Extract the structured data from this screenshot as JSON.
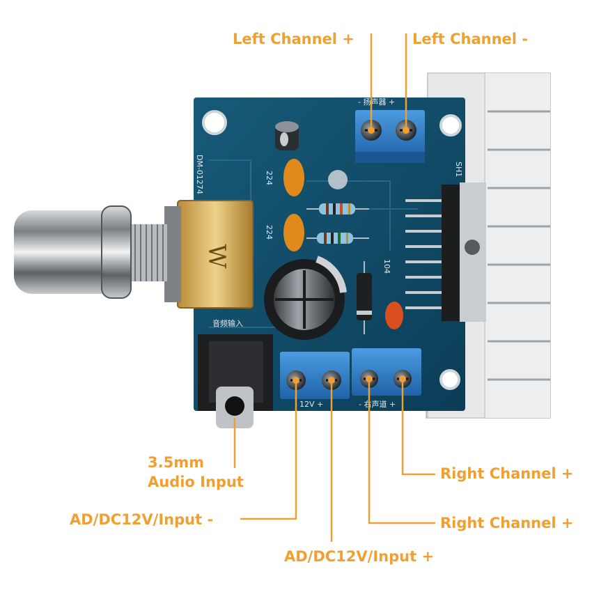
{
  "labels": {
    "left_channel_plus": "Left Channel +",
    "left_channel_minus": "Left Channel -",
    "audio_input_line1": "3.5mm",
    "audio_input_line2": "Audio Input",
    "right_channel_plus_1": "Right Channel +",
    "right_channel_plus_2": "Right Channel +",
    "dc_input_minus": "AD/DC12V/Input -",
    "dc_input_plus": "AD/DC12V/Input +"
  },
  "board": {
    "model_text": "DM-01274",
    "capacitor_marks": [
      "224",
      "224"
    ],
    "ceramic_cap_mark": "104",
    "heatsink_mark": "SH1",
    "speaker_silk": "- 扬声器 +",
    "audio_silk": "音频输入",
    "power_silk": "12V +",
    "right_speaker_silk": "- 右声道 +"
  },
  "colors": {
    "label": "#f0a030",
    "leader_line": "#f0a030",
    "pcb": "#0f4a66",
    "terminal": "#2a7fd0",
    "heatsink": "#e4e6e8"
  }
}
